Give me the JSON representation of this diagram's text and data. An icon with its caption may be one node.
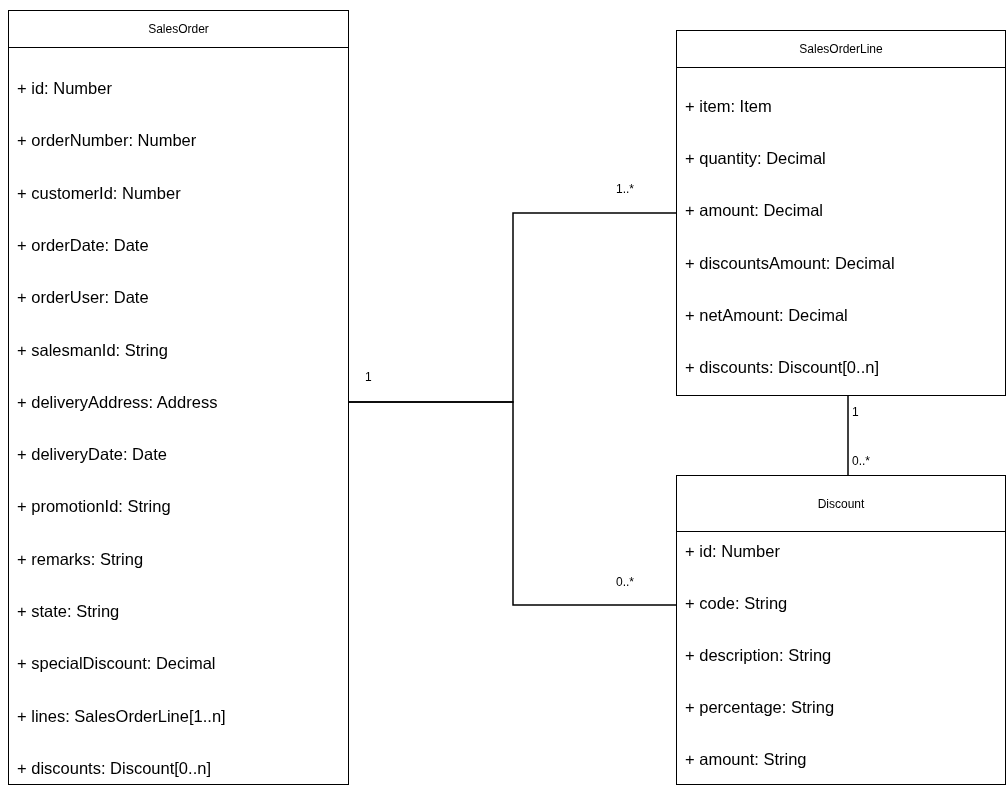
{
  "diagram": {
    "nodes": [
      {
        "text": [
          "SalesOrder",
          "+ id: Number",
          "+ orderNumber: Number",
          "+ customerId: Number",
          "+ orderDate: Date",
          "+ orderUser: Date",
          "+ salesmanId: String",
          "+ deliveryAddress: Address",
          "+ deliveryDate: Date",
          "+ promotionId: String",
          "+ remarks: String",
          "+ state: String",
          "+ specialDiscount: Decimal",
          "+ lines: SalesOrderLine[1..n]",
          "+ discounts: Discount[0..n]"
        ]
      },
      {
        "text": [
          "SalesOrderLine",
          "+ item: Item",
          "+ quantity: Decimal",
          "+ amount: Decimal",
          "+ discountsAmount: Decimal",
          "+ netAmount: Decimal",
          "+ discounts: Discount[0..n]"
        ]
      },
      {
        "text": [
          "Discount",
          "+ id: Number",
          "+ code: String",
          "+ description: String",
          "+ percentage: String",
          "+ amount: String"
        ]
      }
    ],
    "edges": [
      {
        "from": 0,
        "to": 1,
        "arrow": "none"
      },
      {
        "from": 0,
        "to": 2,
        "arrow": "none"
      },
      {
        "from": 1,
        "to": 2,
        "arrow": "none"
      }
    ],
    "labels": [
      "1..*",
      "1",
      "1",
      "0..*",
      "0..*"
    ]
  }
}
